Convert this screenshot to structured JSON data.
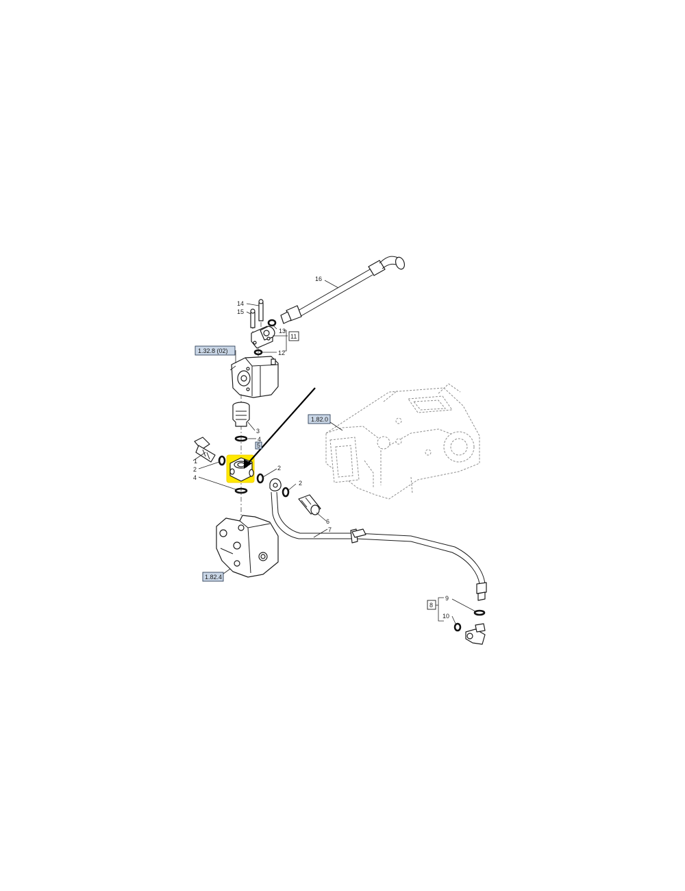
{
  "references": {
    "pump_module": "1.32.8 (02)",
    "rear_housing": "1.82.0",
    "lift_valve": "1.82.4",
    "item_5_box": "5"
  },
  "callouts": {
    "c1": "1",
    "c2a": "2",
    "c2b": "2",
    "c2c": "2",
    "c3": "3",
    "c4a": "4",
    "c4b": "4",
    "c6": "6",
    "c7": "7",
    "c8": "8",
    "c9": "9",
    "c10": "10",
    "c11": "11",
    "c12": "12",
    "c13": "13",
    "c14": "14",
    "c15": "15",
    "c16": "16"
  },
  "colors": {
    "highlight": "#ffe800",
    "reference_box_fill": "#c9d6e6"
  },
  "highlighted_item": "5"
}
